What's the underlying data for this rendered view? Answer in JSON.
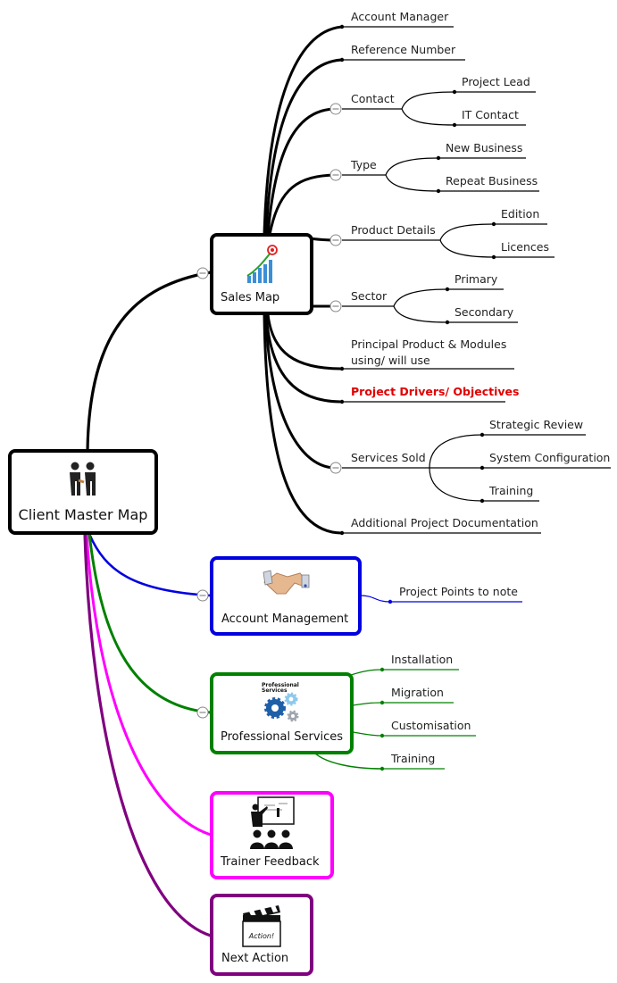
{
  "root": {
    "title": "Client Master Map",
    "icon": "handshake-people-icon"
  },
  "nodes": {
    "sales": {
      "title": "Sales Map",
      "icon": "growth-chart-icon",
      "color": "#000000",
      "children": {
        "account_manager": "Account Manager",
        "reference_number": "Reference Number",
        "contact": "Contact",
        "contact_project_lead": "Project Lead",
        "contact_it": "IT Contact",
        "type": "Type",
        "type_new": "New Business",
        "type_repeat": "Repeat Business",
        "product_details": "Product Details",
        "product_edition": "Edition",
        "product_licences": "Licences",
        "sector": "Sector",
        "sector_primary": "Primary",
        "sector_secondary": "Secondary",
        "principal_line1": "Principal Product & Modules",
        "principal_line2": "using/ will use",
        "project_drivers": "Project Drivers/ Objectives",
        "services_sold": "Services Sold",
        "services_strategic": "Strategic Review",
        "services_config": "System Configuration",
        "services_training": "Training",
        "additional_docs": "Additional Project Documentation"
      }
    },
    "account": {
      "title": "Account Management",
      "icon": "handshake-icon",
      "color": "#0000e0",
      "children": {
        "points": "Project Points to note"
      }
    },
    "professional": {
      "title": "Professional Services",
      "icon": "gears-icon",
      "color": "#008000",
      "icon_caption_1": "Professional",
      "icon_caption_2": "Services",
      "children": {
        "installation": "Installation",
        "migration": "Migration",
        "customisation": "Customisation",
        "training": "Training"
      }
    },
    "trainer": {
      "title": "Trainer Feedback",
      "icon": "presentation-icon",
      "color": "#ff00ff"
    },
    "next": {
      "title": "Next Action",
      "icon": "clapperboard-icon",
      "color": "#800080",
      "icon_caption": "Action!"
    }
  },
  "colors": {
    "sales": "#000000",
    "account": "#0000e0",
    "professional": "#008000",
    "trainer": "#ff00ff",
    "next": "#800080",
    "highlight": "#e00000"
  }
}
